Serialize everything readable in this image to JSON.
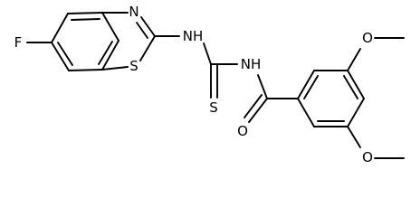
{
  "molecule": {
    "atoms": {
      "fluorine": "F",
      "thiazole_sulfur": "S",
      "thiazole_nitrogen": "N",
      "amine_left": "NH",
      "thione_sulfur": "S",
      "amine_right": "NH",
      "carbonyl_oxygen": "O",
      "methoxy_top": "O",
      "methoxy_bottom": "O"
    }
  }
}
